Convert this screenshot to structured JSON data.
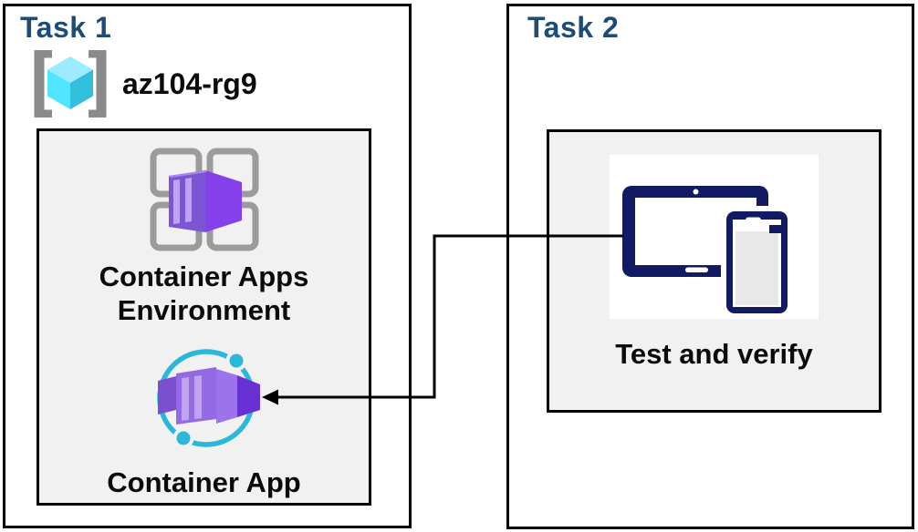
{
  "task1": {
    "title": "Task 1",
    "resource_group": {
      "name": "az104-rg9",
      "icon": "resource-group-icon"
    },
    "nodes": [
      {
        "id": "container-apps-environment",
        "label": "Container Apps Environment",
        "icon": "container-apps-environment-icon"
      },
      {
        "id": "container-app",
        "label": "Container App",
        "icon": "container-app-icon"
      }
    ]
  },
  "task2": {
    "title": "Task 2",
    "nodes": [
      {
        "id": "test-and-verify",
        "label": "Test and verify",
        "icon": "tablet-phone-icon"
      }
    ]
  },
  "connector": {
    "from": "test-and-verify",
    "to": "container-app",
    "style": "elbow-arrow"
  },
  "colors": {
    "title_blue": "#1E4C74",
    "inner_box_bg": "#F1F1F1",
    "border_black": "#000000",
    "bracket_gray": "#8A8A8A",
    "cube_top": "#9CEBFF",
    "cube_left": "#50E6FF",
    "cube_right": "#32BEDD",
    "grid_gray": "#9B9B9B",
    "purple_front": "#7C55D4",
    "purple_stripe": "#BFA4F2",
    "purple_bright": "#8440EA",
    "purple_dark": "#6930D4",
    "teal_orbit": "#2BB7DA",
    "device_navy": "#111A63",
    "phone_screen_gray": "#E8E8E8"
  }
}
